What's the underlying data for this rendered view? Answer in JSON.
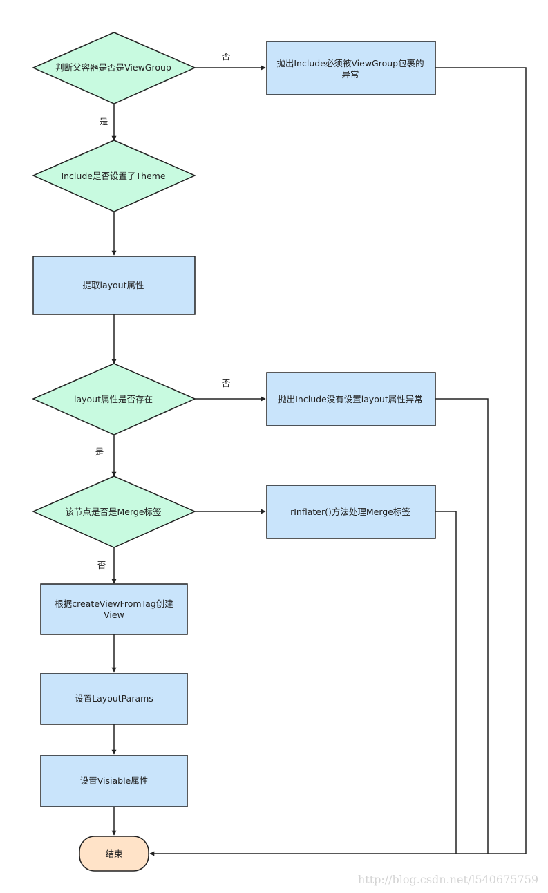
{
  "colors": {
    "decision_fill": "#c8fae0",
    "process_fill": "#c9e4fb",
    "terminal_fill": "#ffe3c8",
    "stroke": "#222222"
  },
  "nodes": {
    "d1": "判断父容器是否是ViewGroup",
    "p_err1": [
      "抛出Include必须被ViewGroup包裹的",
      "异常"
    ],
    "d2": "Include是否设置了Theme",
    "p_extract": "提取layout属性",
    "d3": "layout属性是否存在",
    "p_err2": "抛出Include没有设置layout属性异常",
    "d4": "该节点是否是Merge标签",
    "p_merge": "rInflater()方法处理Merge标签",
    "p_create": [
      "根据createViewFromTag创建",
      "View"
    ],
    "p_params": "设置LayoutParams",
    "p_visible": "设置Visiable属性",
    "end": "结束"
  },
  "edge_labels": {
    "d1_no": "否",
    "d1_yes": "是",
    "d3_no": "否",
    "d3_yes": "是",
    "d4_no": "否"
  },
  "watermark": "http://blog.csdn.net/l540675759"
}
